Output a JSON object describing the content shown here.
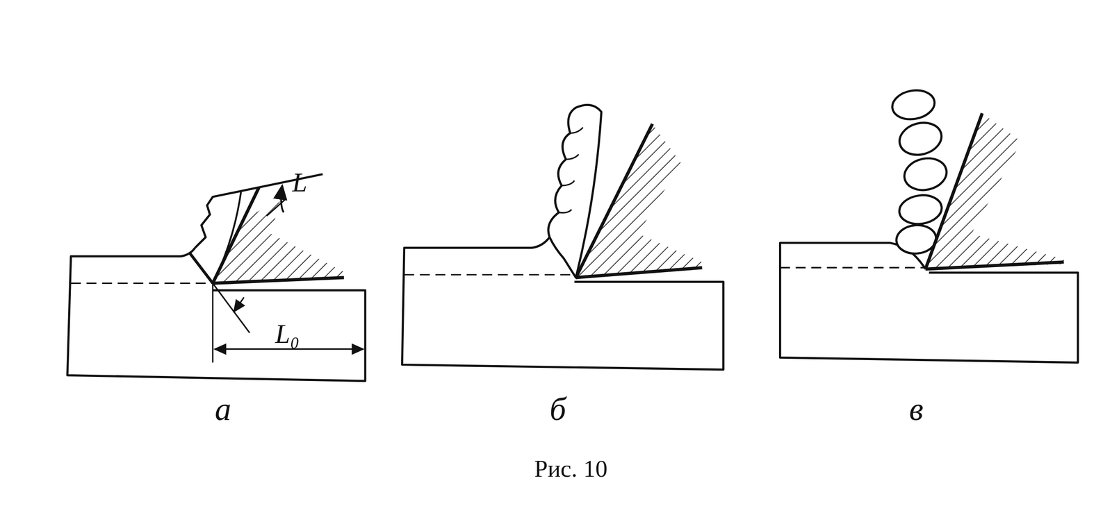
{
  "diagram": {
    "caption": "Рис. 10",
    "labels": [
      "L",
      "L₀",
      "а",
      "б",
      "в"
    ]
  }
}
